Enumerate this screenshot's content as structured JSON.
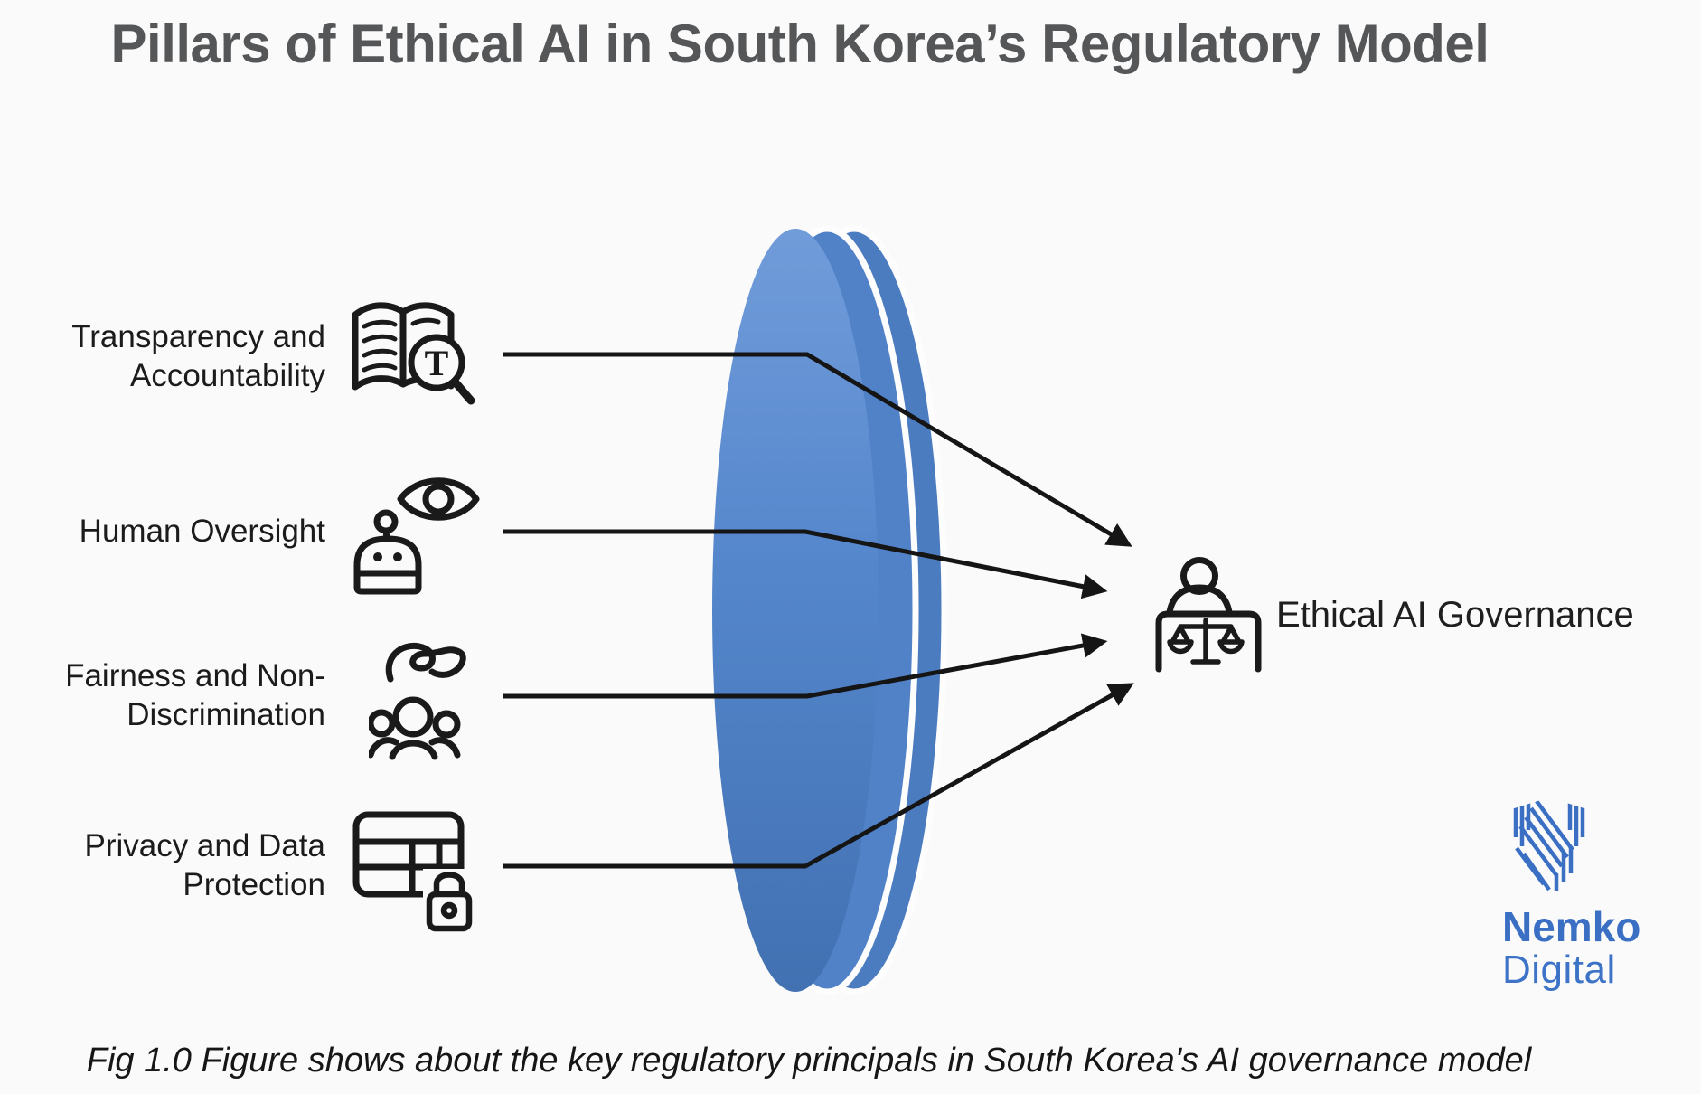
{
  "title": "Pillars of Ethical AI in South Korea’s Regulatory Model",
  "caption": "Fig 1.0 Figure shows about the key regulatory principals in South Korea's AI governance model",
  "pillars": [
    {
      "label": "Transparency and\nAccountability",
      "icon": "book-magnifier-icon"
    },
    {
      "label": "Human Oversight",
      "icon": "eye-robot-icon"
    },
    {
      "label": "Fairness and Non-\nDiscrimination",
      "icon": "people-hand-icon"
    },
    {
      "label": "Privacy and Data\nProtection",
      "icon": "data-table-lock-icon"
    }
  ],
  "outcome": {
    "label": "Ethical AI Governance",
    "icon": "judge-scales-icon"
  },
  "lens": {
    "icon": "lens-graphic"
  },
  "transparency_icon_letter": "T",
  "logo": {
    "brand": "Nemko",
    "product": "Digital"
  },
  "colors": {
    "lens_blue_top": "#719cda",
    "lens_blue_bottom": "#4271b2",
    "arrow": "#151515",
    "title_gray": "#555658",
    "brand_blue": "#3a6fc4",
    "background": "#fafafa"
  }
}
